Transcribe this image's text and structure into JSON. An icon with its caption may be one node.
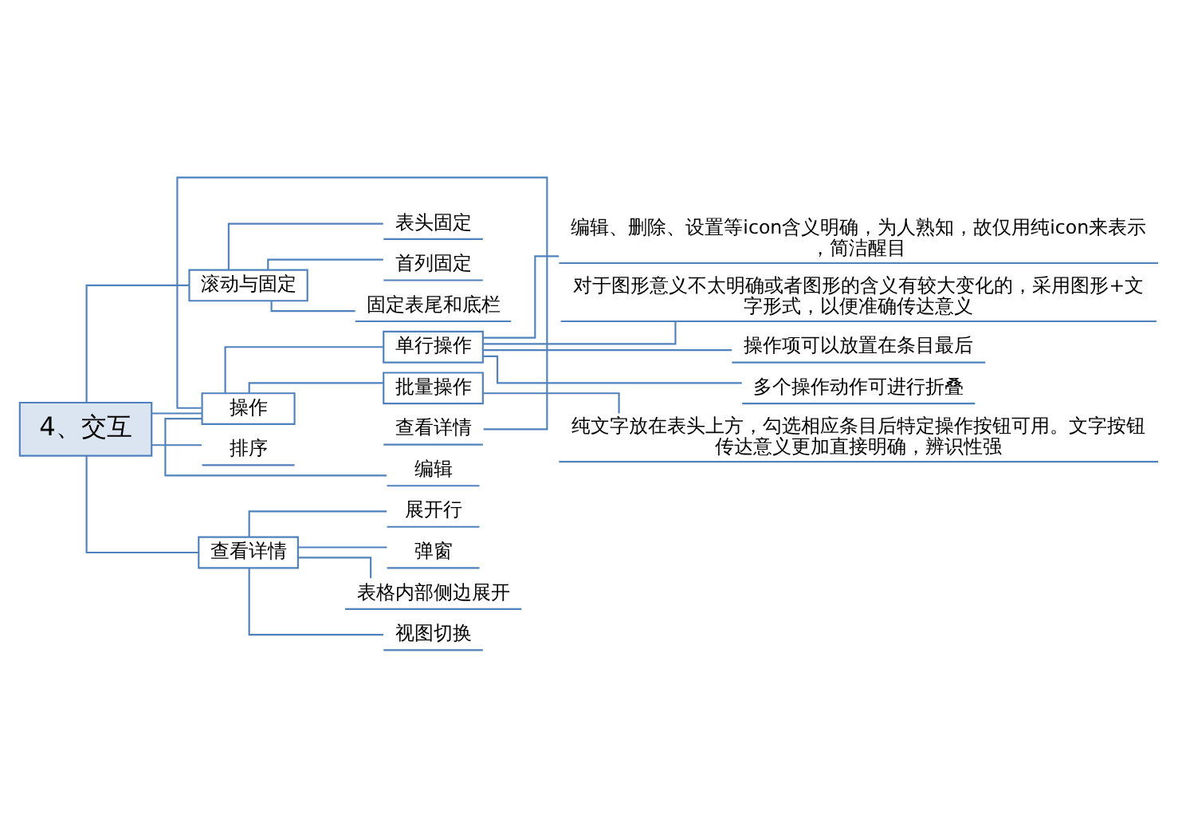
{
  "diagram": {
    "nodes": [
      {
        "text": [
          "4、交互"
        ]
      },
      {
        "text": [
          "滚动与固定"
        ]
      },
      {
        "text": [
          "表头固定"
        ]
      },
      {
        "text": [
          "首列固定"
        ]
      },
      {
        "text": [
          "固定表尾和底栏"
        ]
      },
      {
        "text": [
          "操作"
        ]
      },
      {
        "text": [
          "单行操作"
        ]
      },
      {
        "text": [
          "编辑、删除、设置等icon含义明确，为人熟知，故仅用纯icon来表示，简洁醒目"
        ]
      },
      {
        "text": [
          "对于图形意义不太明确或者图形的含义有较大变化的，采用图形+文字形式，以便准确传达意义"
        ]
      },
      {
        "text": [
          "操作项可以放置在条目最后"
        ]
      },
      {
        "text": [
          "多个操作动作可进行折叠"
        ]
      },
      {
        "text": [
          "批量操作"
        ]
      },
      {
        "text": [
          "纯文字放在表头上方，勾选相应条目后特定操作按钮可用。文字按钮传达意义更加直接明确，辨识性强"
        ]
      },
      {
        "text": [
          "查看详情"
        ]
      },
      {
        "text": [
          "编辑"
        ]
      },
      {
        "text": [
          "排序"
        ]
      },
      {
        "text": [
          "查看详情"
        ]
      },
      {
        "text": [
          "展开行"
        ]
      },
      {
        "text": [
          "弹窗"
        ]
      },
      {
        "text": [
          "表格内部侧边展开"
        ]
      },
      {
        "text": [
          "视图切换"
        ]
      }
    ],
    "edges": [
      {
        "from": 0,
        "to": 1,
        "arrow": "none"
      },
      {
        "from": 0,
        "to": 5,
        "arrow": "none"
      },
      {
        "from": 0,
        "to": 15,
        "arrow": "none"
      },
      {
        "from": 0,
        "to": 16,
        "arrow": "none"
      },
      {
        "from": 1,
        "to": 2,
        "arrow": "none"
      },
      {
        "from": 1,
        "to": 3,
        "arrow": "none"
      },
      {
        "from": 1,
        "to": 4,
        "arrow": "none"
      },
      {
        "from": 5,
        "to": 6,
        "arrow": "none"
      },
      {
        "from": 5,
        "to": 11,
        "arrow": "none"
      },
      {
        "from": 5,
        "to": 13,
        "arrow": "none"
      },
      {
        "from": 5,
        "to": 14,
        "arrow": "none"
      },
      {
        "from": 6,
        "to": 7,
        "arrow": "none"
      },
      {
        "from": 6,
        "to": 8,
        "arrow": "none"
      },
      {
        "from": 6,
        "to": 9,
        "arrow": "none"
      },
      {
        "from": 6,
        "to": 10,
        "arrow": "none"
      },
      {
        "from": 11,
        "to": 12,
        "arrow": "none"
      },
      {
        "from": 16,
        "to": 17,
        "arrow": "none"
      },
      {
        "from": 16,
        "to": 18,
        "arrow": "none"
      },
      {
        "from": 16,
        "to": 19,
        "arrow": "none"
      },
      {
        "from": 16,
        "to": 20,
        "arrow": "none"
      }
    ]
  }
}
